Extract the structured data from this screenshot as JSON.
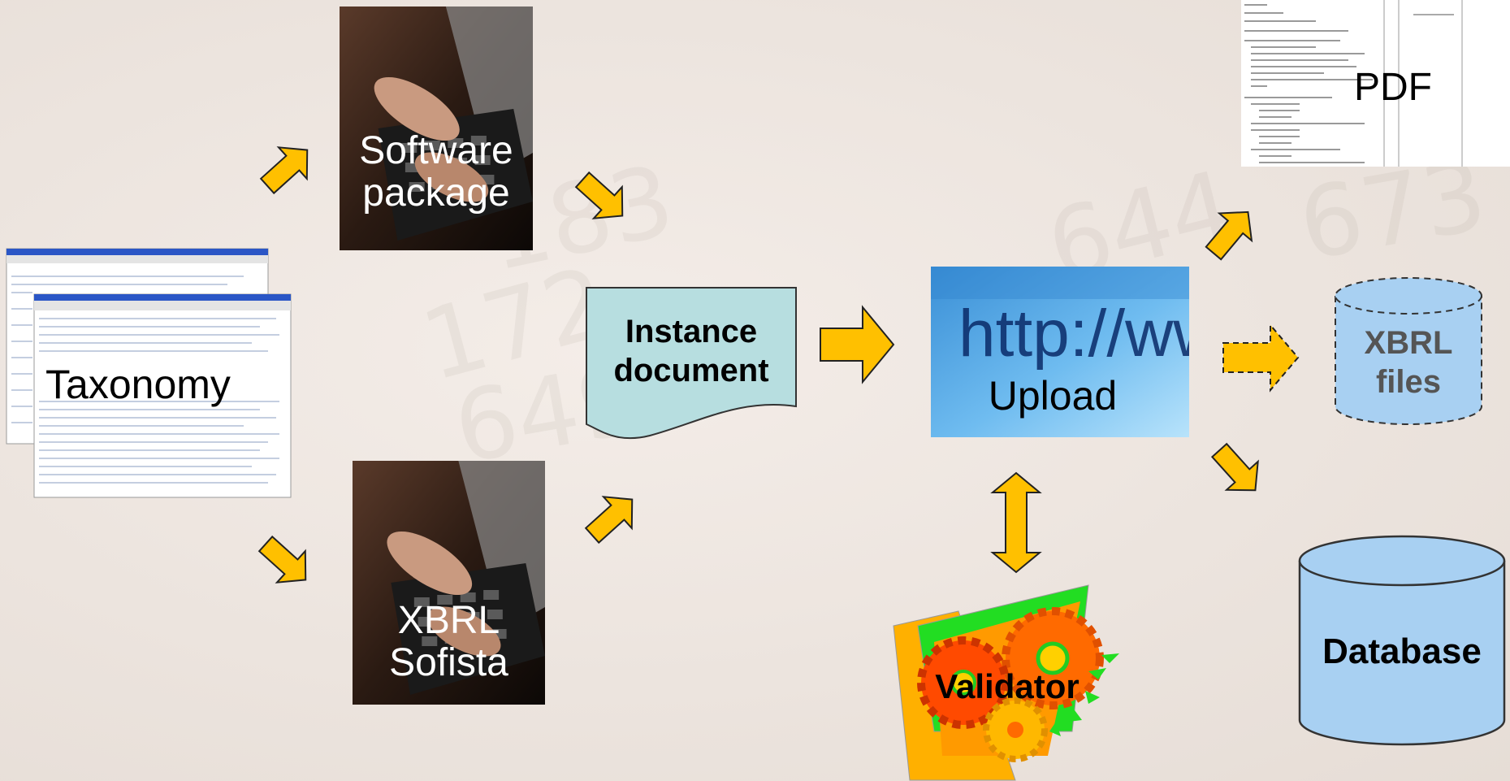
{
  "nodes": {
    "taxonomy": "Taxonomy",
    "software_line1": "Software",
    "software_line2": "package",
    "sofista_line1": "XBRL",
    "sofista_line2": "Sofista",
    "instance_line1": "Instance",
    "instance_line2": "document",
    "url_text": "http://www",
    "upload": "Upload",
    "validator": "Validator",
    "pdf": "PDF",
    "xbrl_files_line1": "XBRL",
    "xbrl_files_line2": "files",
    "database": "Database"
  },
  "colors": {
    "arrow": "#ffc000",
    "instance_fill": "#b7dee0",
    "xbrl_files_fill": "#a8d0f2",
    "database_fill": "#a8d0f2",
    "upload_fill": "#4ba3e0"
  }
}
